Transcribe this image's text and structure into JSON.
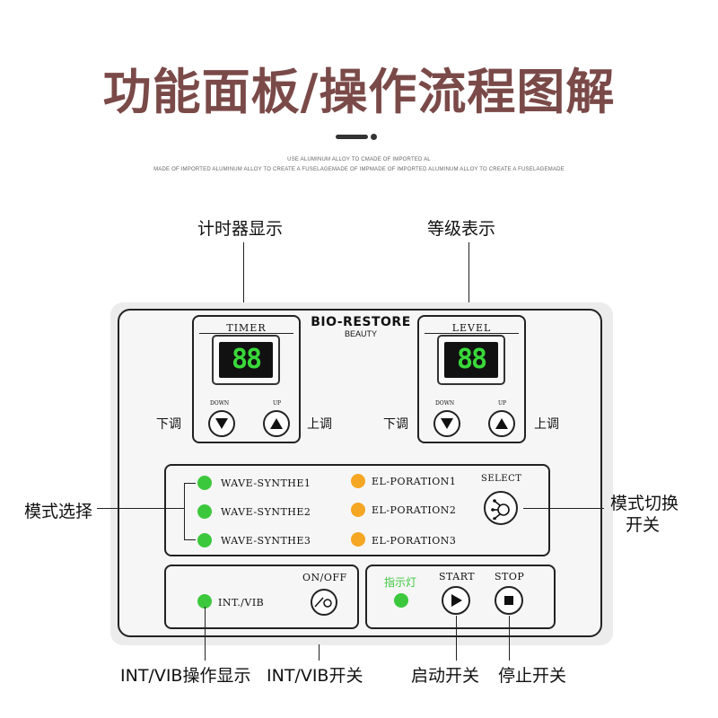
{
  "title": "功能面板/操作流程图解",
  "fine_print": {
    "line1": "USE ALUMINUM ALLOY TO CMADE OF IMPORTED AL",
    "line2": "MADE OF IMPORTED ALUMINUM ALLOY TO CREATE A FUSELAGEMADE OF IMPMADE OF IMPORTED ALUMINUM ALLOY TO CREATE A FUSELAGEMADE"
  },
  "callouts": {
    "timer_display": "计时器显示",
    "level_display": "等级表示",
    "mode_select": "模式选择",
    "mode_switch_line1": "模式切换",
    "mode_switch_line2": "开关",
    "int_vib_display": "INT/VIB操作显示",
    "int_vib_switch": "INT/VIB开关",
    "start_switch": "启动开关",
    "stop_switch": "停止开关"
  },
  "brand": {
    "name": "BIO-RESTORE",
    "sub": "BEAUTY"
  },
  "timer": {
    "label": "TIMER",
    "value": "88",
    "down_label": "DOWN",
    "up_label": "UP",
    "down_text": "下调",
    "up_text": "上调"
  },
  "level": {
    "label": "LEVEL",
    "value": "88",
    "down_label": "DOWN",
    "up_label": "UP",
    "down_text": "下调",
    "up_text": "上调"
  },
  "modes": {
    "left": [
      "WAVE-SYNTHE1",
      "WAVE-SYNTHE2",
      "WAVE-SYNTHE3"
    ],
    "right": [
      "EL-PORATION1",
      "EL-PORATION2",
      "EL-PORATION3"
    ],
    "select_label": "SELECT"
  },
  "int_vib": {
    "label": "INT./VIB",
    "onoff_label": "ON/OFF"
  },
  "control": {
    "indicator_label": "指示灯",
    "start_label": "START",
    "stop_label": "STOP"
  },
  "colors": {
    "title": "#7a4a48",
    "led_green": "#3cc83c",
    "led_orange": "#f5a623",
    "digit": "#39d83a",
    "indicator_text": "#3cc83c"
  }
}
